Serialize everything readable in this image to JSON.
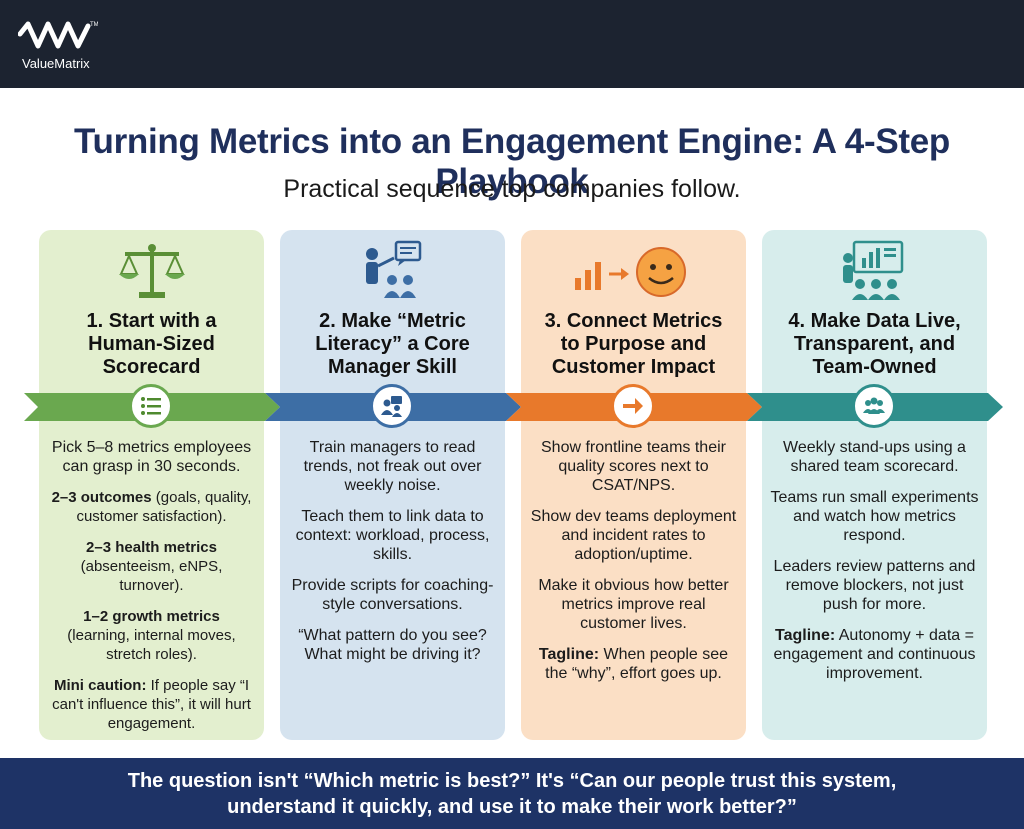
{
  "header": {
    "logo_text": "ValueMatrix"
  },
  "title": "Turning Metrics into an Engagement Engine: A 4-Step Playbook",
  "subtitle": "Practical sequence top companies follow.",
  "colors": {
    "step1": "#6aa84f",
    "step2": "#3d6ea5",
    "step3": "#e8792b",
    "step4": "#2f8f8c",
    "title": "#1f2f5c",
    "bottom_bar": "#1e3366"
  },
  "steps": [
    {
      "icon": "scale-icon",
      "title_lines": [
        "1. Start with a",
        "Human-Sized",
        "Scorecard"
      ],
      "circle_icon": "list-icon",
      "body": {
        "p1": "Pick 5–8 metrics employees can grasp in 30 seconds.",
        "p2_bold": "2–3 outcomes",
        "p2_rest": " (goals, quality, customer satisfaction).",
        "p3_bold": "2–3 health metrics",
        "p3_rest": "(absenteeism, eNPS, turnover).",
        "p4_bold": "1–2 growth metrics",
        "p4_rest": "(learning, internal moves, stretch roles).",
        "p5_bold": "Mini caution:",
        "p5_rest": " If people say “I can't influence this”, it will hurt engagement."
      }
    },
    {
      "icon": "presenter-icon",
      "title_lines": [
        "2. Make “Metric",
        "Literacy” a Core",
        "Manager Skill"
      ],
      "circle_icon": "coaching-icon",
      "body": {
        "p1": "Train managers to read trends, not freak out over weekly noise.",
        "p2": "Teach them to link data to context: workload, process, skills.",
        "p3": "Provide scripts for coaching-style conversations.",
        "p4": "“What pattern do you see? What might be driving it?"
      }
    },
    {
      "icon": "chart-to-smile-icon",
      "title_lines": [
        "3. Connect Metrics",
        "to Purpose and",
        "Customer Impact"
      ],
      "circle_icon": "arrow-right-icon",
      "body": {
        "p1": "Show frontline teams their quality scores next to CSAT/NPS.",
        "p2": "Show dev teams deployment and incident rates to adoption/uptime.",
        "p3": "Make it obvious how better metrics improve real customer lives.",
        "p4_bold": "Tagline:",
        "p4_rest": " When people see the “why”, effort goes up."
      }
    },
    {
      "icon": "team-dashboard-icon",
      "title_lines": [
        "4. Make Data Live,",
        "Transparent, and",
        "Team-Owned"
      ],
      "circle_icon": "team-icon",
      "body": {
        "p1": "Weekly stand-ups using a shared team scorecard.",
        "p2": "Teams run small experiments and watch how metrics respond.",
        "p3": "Leaders review patterns and remove blockers, not just push for more.",
        "p4_bold": "Tagline:",
        "p4_rest": " Autonomy + data = engagement and continuous improvement."
      }
    }
  ],
  "bottom": {
    "line1": "The question isn't “Which metric is best?” It's “Can our people trust this system,",
    "line2": "understand it quickly, and use it to make their work better?”"
  }
}
